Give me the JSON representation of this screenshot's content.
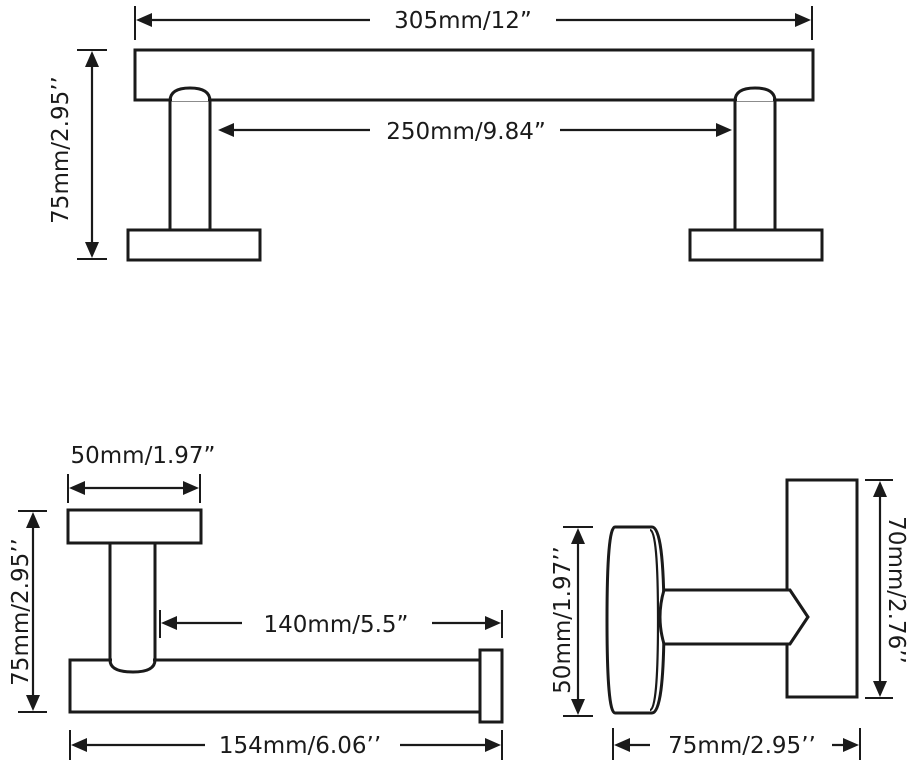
{
  "diagram": {
    "towel_bar": {
      "overall_length": "305mm/12”",
      "inner_length": "250mm/9.84”",
      "height": "75mm/2.95’’"
    },
    "paper_holder": {
      "base_width": "50mm/1.97”",
      "height": "75mm/2.95’’",
      "arm_length": "140mm/5.5”",
      "overall_length": "154mm/6.06’’"
    },
    "robe_hook": {
      "base_diameter": "50mm/1.97’’",
      "depth": "75mm/2.95’’",
      "height": "70mm/2.76’’"
    }
  }
}
